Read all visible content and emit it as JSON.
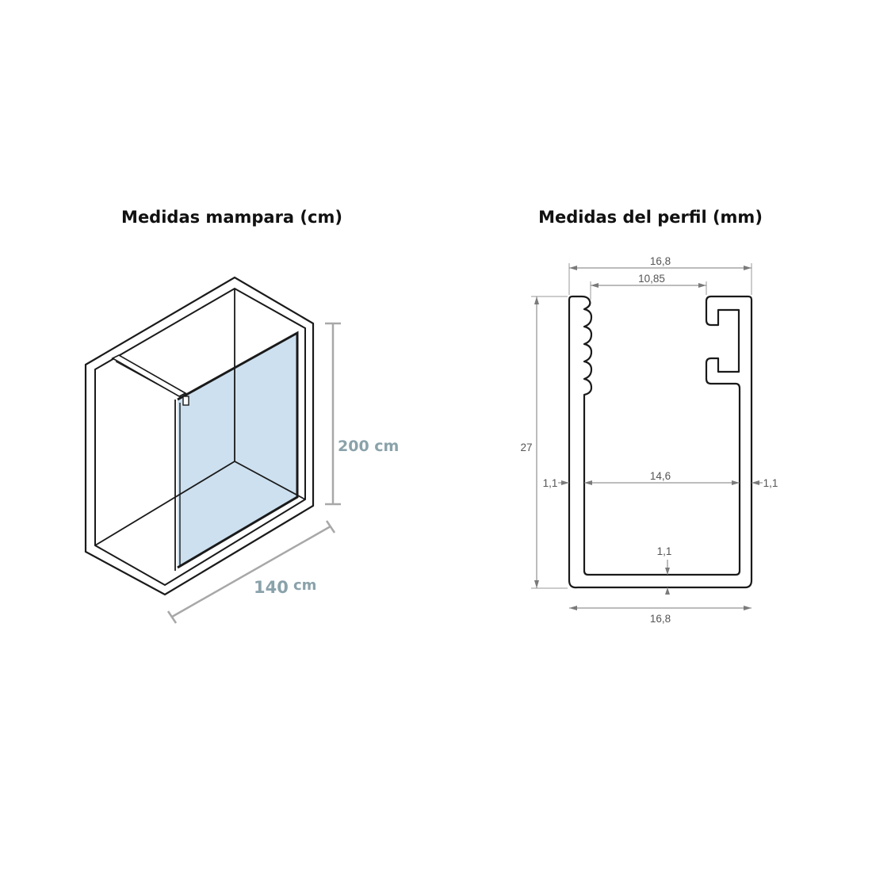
{
  "left_panel": {
    "title": "Medidas mampara (cm)",
    "height_dimension": "200 cm",
    "width_value": "140",
    "width_unit": "cm"
  },
  "right_panel": {
    "title": "Medidas del perfil (mm)",
    "top_outer_width": "16,8",
    "top_opening_width": "10,85",
    "total_height": "27",
    "left_wall": "1,1",
    "inner_width": "14,6",
    "right_wall": "1,1",
    "bottom_wall": "1,1",
    "bottom_outer_width": "16,8"
  },
  "colors": {
    "glass": "#cde0ef",
    "outline": "#1a1a1a",
    "dimension_line": "#a8a8a8",
    "dimension_text": "#8aa2aa",
    "profile_dim_text": "#555555"
  }
}
